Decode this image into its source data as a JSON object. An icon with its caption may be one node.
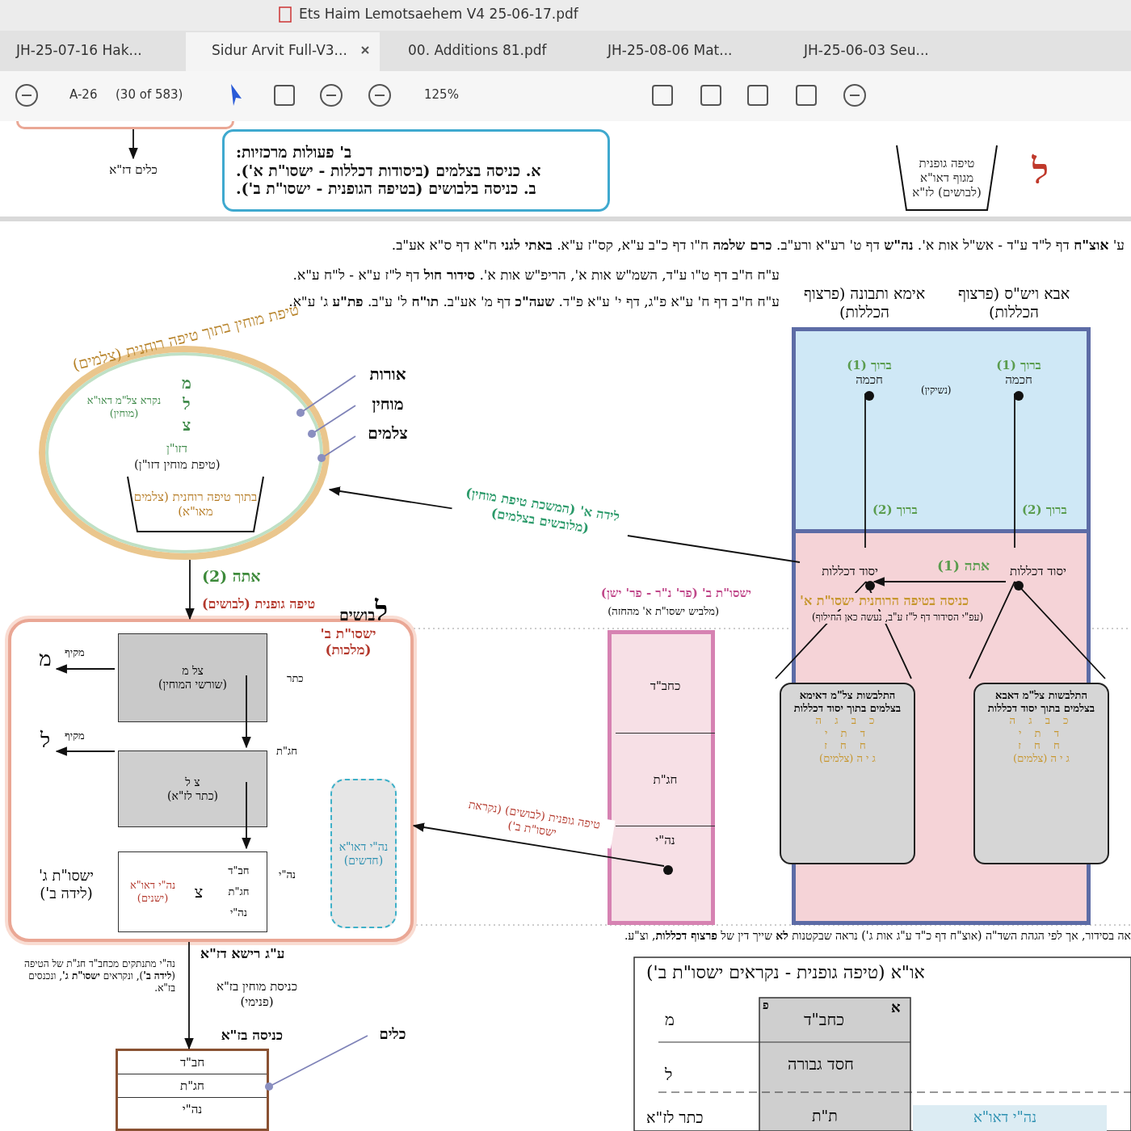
{
  "diagram": {
    "nodes": [
      {
        "text": [
          "כלים דז\"א"
        ]
      },
      {
        "text": [
          "ב' פעולות מרכזיות:",
          "א. כניסה בצלמים (ביסודות דכללות - ישסו\"ת א').",
          "ב. כניסה בלבושים (בטיפה הגופנית - ישסו\"ת ב')."
        ]
      },
      {
        "text": [
          "טיפה גופנית מגוף דאו\"א (לבושים) לז\"א"
        ],
        "beside": [
          "ל"
        ]
      },
      {
        "text": [
          "טיפת מוחין בתוך טיפה רוחנית (צלמים)",
          "מ ל צ",
          "נקרא צל\"מ דאו\"א (מוחין)",
          "דזו\"ן",
          "(טיפת מוחין דזו\"ן)"
        ]
      },
      {
        "text": [
          "בתוך טיפה רוחנית (צלמים מאו\"א)"
        ],
        "in": 3
      },
      {
        "text": [
          "אורות"
        ]
      },
      {
        "text": [
          "מוחין"
        ]
      },
      {
        "text": [
          "צלמים"
        ]
      },
      {
        "text": [
          "ישסו\"ת ב' (מלכות)"
        ]
      },
      {
        "text": [
          "צל מ",
          "(שורשי המוחין)"
        ],
        "in": 8
      },
      {
        "text": [
          "צ ל",
          "(כתר לז\"א)"
        ],
        "in": 8
      },
      {
        "text": [
          "חב\"ד חג\"ת נה\"י",
          "צ",
          "נה\"י דאו\"א (ישנים)"
        ],
        "in": 8
      },
      {
        "text": [
          "נה\"י דאו\"א (חדשים)"
        ],
        "in": 8
      },
      {
        "text": [
          "מ"
        ],
        "in": 8
      },
      {
        "text": [
          "ל"
        ],
        "in": 8
      },
      {
        "text": [
          "ישסו\"ת ג' (לידה ב')"
        ],
        "in": 8
      },
      {
        "text": [
          "ישסו\"ת ב' (פר' נ\"ר - פר' ישן)",
          "(מלביש ישסו\"ת א' מהחזה)"
        ]
      },
      {
        "text": [
          "כחב\"ד"
        ],
        "in": 16
      },
      {
        "text": [
          "חג\"ת"
        ],
        "in": 16
      },
      {
        "text": [
          "נה\"י"
        ],
        "in": 16
      },
      {
        "text": [
          "אבא ויש\"ס (פרצוף הכללות)",
          "אימא ותבונה (פרצוף הכללות)"
        ]
      },
      {
        "text": [
          "ברוך (1)",
          "חכמה"
        ],
        "in": 20
      },
      {
        "text": [
          "יסוד דכללות"
        ],
        "in": 20
      },
      {
        "text": [
          "ברוך (1)",
          "חכמה"
        ],
        "in": 20
      },
      {
        "text": [
          "יסוד דכללות"
        ],
        "in": 20
      },
      {
        "text": [
          "התלבשות צל\"מ דאבא בצלמים בתוך יסוד דכללות",
          "כ ב ג ה",
          "ד ת י",
          "ח ח ז",
          "ג י ה (צלמים)"
        ],
        "in": 20
      },
      {
        "text": [
          "התלבשות צל\"מ דאימא בצלמים בתוך יסוד דכללות",
          "כ ב ג ה",
          "ד ת י",
          "ח ח ז",
          "ג י ה (צלמים)"
        ],
        "in": 20
      },
      {
        "text": [
          "חב\"ד",
          "חג\"ת",
          "נה\"י"
        ],
        "beside": [
          "כניסה בז\"א"
        ]
      },
      {
        "text": [
          "כלים"
        ]
      },
      {
        "text": [],
        "shape": "box"
      }
    ],
    "edges": [
      {
        "from": 29,
        "to": 0,
        "arrow": "to"
      },
      {
        "from": 5,
        "to": 3,
        "arrow": "other",
        "color": "#7f83b8"
      },
      {
        "from": 6,
        "to": 3,
        "arrow": "other",
        "color": "#7f83b8"
      },
      {
        "from": 7,
        "to": 3,
        "arrow": "other",
        "color": "#7f83b8"
      },
      {
        "from": 21,
        "to": 22,
        "arrow": "none"
      },
      {
        "from": 23,
        "to": 24,
        "arrow": "none"
      },
      {
        "from": 22,
        "to": 24,
        "arrow": "to",
        "label": "אתה (1)"
      },
      {
        "from": 24,
        "to": 3,
        "arrow": "to",
        "label": "לידה א' (המשכת טיפת מוחין) (מלובשים בצלמים)"
      },
      {
        "from": 22,
        "to": 25,
        "arrow": "none"
      },
      {
        "from": 24,
        "to": 26,
        "arrow": "none"
      },
      {
        "from": 3,
        "to": 8,
        "arrow": "to",
        "label": "אתה (2)"
      },
      {
        "from": 9,
        "to": 13,
        "arrow": "to",
        "label": "מקיף"
      },
      {
        "from": 10,
        "to": 14,
        "arrow": "to",
        "label": "מקיף"
      },
      {
        "from": 9,
        "to": 10,
        "arrow": "to"
      },
      {
        "from": 10,
        "to": 11,
        "arrow": "to"
      },
      {
        "from": 19,
        "to": 8,
        "arrow": "to",
        "label": "טיפה גופנית (לבושים) (נקראת ישסו\"ת ב')"
      },
      {
        "from": 8,
        "to": 27,
        "arrow": "to"
      },
      {
        "from": 28,
        "to": 27,
        "arrow": "other",
        "color": "#7f83b8"
      }
    ],
    "labels": [
      "Ets Haim Lemotsaehem V4 25-06-17.pdf",
      "JH-25-07-16 Hak...",
      "Sidur Arvit Full-V3...",
      "00. Additions 81.pdf",
      "JH-25-08-06 Mat...",
      "JH-25-06-03 Seu...",
      "A-26",
      "(30 of 583)",
      "125%",
      "ע' **אוצ\"ח** דף ל\"ד ע\"ד - אש\"ל אות א'. **נה\"ש** דף ט' רע\"א ורע\"ב. **כרם שלמה** ח\"ו דף כ\"ב ע\"א, קס\"ז ע\"א. **באתי לגני** ח\"א דף ס\"א אע\"ב.",
      "ע\"ח ח\"ב דף ט\"ו ע\"ד, השמ\"ש אות א', הריפ\"ש אות א'. **סידור חול** דף ל\"ז ע\"א - ל\"ח ע\"א.",
      "ע\"ח ח\"ב דף ח' ע\"א פ\"ג, דף י' ע\"א פ\"ד. **שעה\"כ** דף מ' אע\"ב. **תו\"ח** ל' ע\"ב. **פת\"ע** ג' ע\"א.",
      "ברוך (2)",
      "ברוך (2)",
      "(נשיקין)",
      "כניסה בטיפה הרוחנית ישסו\"ת א'",
      "(עפ\"י הסידור דף ל\"ז ע\"ב, נעשה כאן החילוף)",
      "טיפה גופנית (לבושים)",
      "לבושים",
      "כתר",
      "חג\"ת",
      "נה\"י",
      "אה בסידור, אך לפי הגהת השד\"ה (אוצ\"ח דף כ\"ד ע\"ג אות ג') נראה שבקטנות **לא** שייך דין של **פרצוף דכללות**, וצ\"ע.",
      "ע\"ג רישא דז\"א",
      "כניסת מוחין בז\"א (פנימי)",
      "נה\"י מתנתקים מכחב\"ד חג\"ת של הטיפה (**לידה ב'**), ונקראים **ישסו\"ת ג'**, ונכנסים בז\"א.",
      "או\"א (טיפה גופנית - נקראים ישסו\"ת ב')",
      "מ",
      "פ",
      "כחב\"ד",
      "א",
      "ל",
      "חסד גבורה",
      "כתר לז\"א",
      "ת\"ת",
      "נה\"י דאו\"א"
    ]
  }
}
